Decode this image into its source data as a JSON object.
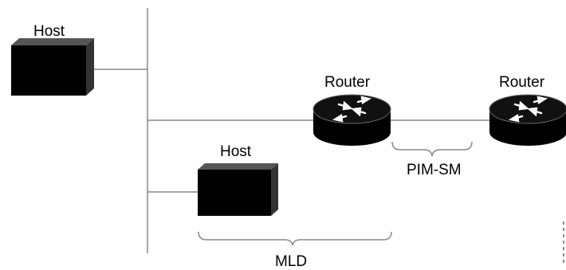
{
  "diagram": {
    "hosts": [
      {
        "label": "Host"
      },
      {
        "label": "Host"
      }
    ],
    "routers": [
      {
        "label": "Router"
      },
      {
        "label": "Router"
      }
    ],
    "links": {
      "pim_label": "PIM-SM",
      "mld_label": "MLD"
    }
  },
  "colors": {
    "line": "#888888",
    "device": "#000000"
  }
}
